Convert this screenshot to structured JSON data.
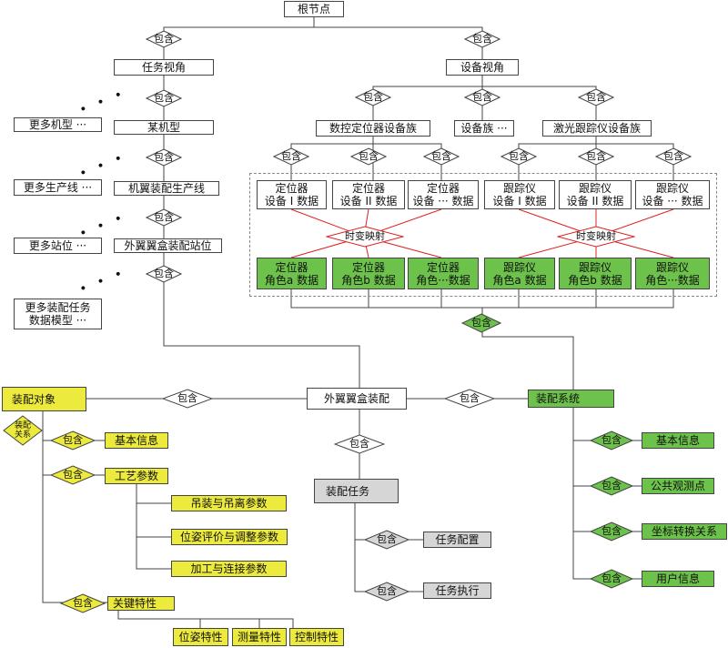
{
  "nodes": {
    "root": "根节点",
    "task_view": "任务视角",
    "model": "某机型",
    "more_models": "更多机型 ···",
    "line": "机翼装配生产线",
    "more_lines": "更多生产线 ···",
    "station": "外翼翼盒装配站位",
    "more_stations": "更多站位 ···",
    "more_tasks": "更多装配任务\n数据模型 ···",
    "device_view": "设备视角",
    "cnc_family": "数控定位器设备族",
    "device_family": "设备族 ···",
    "laser_family": "激光跟踪仪设备族",
    "pos_dev1": "定位器\n设备 I 数据",
    "pos_dev2": "定位器\n设备 II 数据",
    "pos_dev3": "定位器\n设备 ··· 数据",
    "trk_dev1": "跟踪仪\n设备 I 数据",
    "trk_dev2": "跟踪仪\n设备 II 数据",
    "trk_dev3": "跟踪仪\n设备 ··· 数据",
    "pos_role_a": "定位器\n角色a  数据",
    "pos_role_b": "定位器\n角色b  数据",
    "pos_role_x": "定位器\n角色···数据",
    "trk_role_a": "跟踪仪\n角色a  数据",
    "trk_role_b": "跟踪仪\n角色b  数据",
    "trk_role_x": "跟踪仪\n角色···数据",
    "center": "外翼翼盒装配",
    "assembly_object": "装配对象",
    "assembly_system": "装配系统",
    "assembly_task": "装配任务",
    "ao_basic": "基本信息",
    "ao_process": "工艺参数",
    "ao_hoist": "吊装与吊离参数",
    "ao_pose": "位姿评价与调整参数",
    "ao_machining": "加工与连接参数",
    "ao_key": "关键特性",
    "key_pose": "位姿特性",
    "key_measure": "测量特性",
    "key_control": "控制特性",
    "task_config": "任务配置",
    "task_exec": "任务执行",
    "as_basic": "基本信息",
    "as_common": "公共观测点",
    "as_coord": "坐标转换关系",
    "as_user": "用户信息"
  },
  "relations": {
    "contains": "包含",
    "time_map": "时变映射",
    "assembly_rel": "装配\n关系"
  },
  "colors": {
    "yellow": "#ecea3c",
    "green": "#6cc24a",
    "gray": "#d6d6d6",
    "mapping_line": "#e02020",
    "dashed_border": "#888888"
  }
}
